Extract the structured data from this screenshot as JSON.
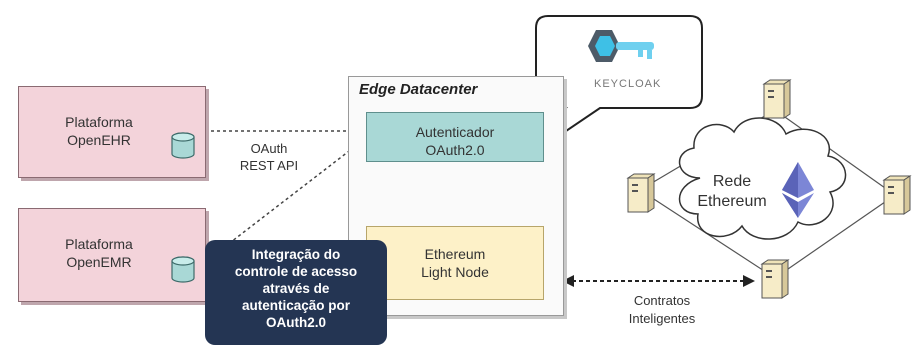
{
  "platform_ehr": {
    "line1": "Plataforma",
    "line2": "OpenEHR"
  },
  "platform_emr": {
    "line1": "Plataforma",
    "line2": "OpenEMR"
  },
  "link_label": {
    "line1": "OAuth",
    "line2": "REST API"
  },
  "edge_datacenter": {
    "title": "Edge Datacenter"
  },
  "authenticator": {
    "line1": "Autenticador",
    "line2": "OAuth2.0"
  },
  "light_node": {
    "line1": "Ethereum",
    "line2": "Light Node"
  },
  "keycloak": {
    "label": "KEYCLOAK"
  },
  "network": {
    "line1": "Rede",
    "line2": "Ethereum"
  },
  "contracts": {
    "line1": "Contratos",
    "line2": "Inteligentes"
  },
  "note": {
    "lines": [
      "Integração do",
      "controle de acesso",
      "através de",
      "autenticação por",
      "OAuth2.0"
    ]
  },
  "colors": {
    "platform": "#f3d3da",
    "authenticator": "#a9d8d6",
    "light_node": "#fdf1c8",
    "note": "#243553",
    "ethereum_logo": "#6a75c8"
  }
}
